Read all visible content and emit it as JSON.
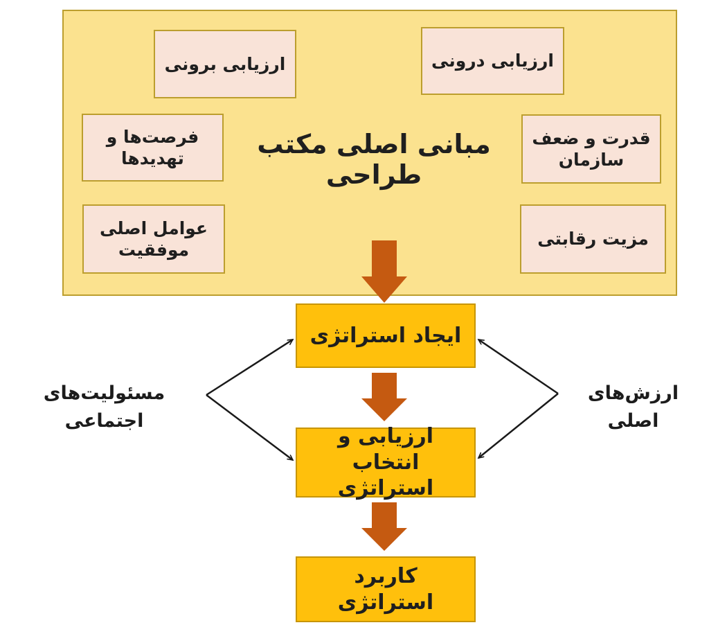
{
  "design_school": {
    "title": "مبانی اصلی مکتب طراحی",
    "boxes": [
      {
        "id": "external-evaluation",
        "label": "ارزیابی برونی"
      },
      {
        "id": "internal-evaluation",
        "label": "ارزیابی درونی"
      },
      {
        "id": "opportunities-threats",
        "label": "فرصت‌ها و تهدیدها"
      },
      {
        "id": "strengths-weaknesses",
        "label": "قدرت و ضعف سازمان"
      },
      {
        "id": "key-success-factors",
        "label": "عوامل اصلی موفقیت"
      },
      {
        "id": "competitive-advantage",
        "label": "مزیت رقابتی"
      }
    ]
  },
  "process": [
    {
      "id": "create-strategy",
      "label": "ایجاد استراتژی"
    },
    {
      "id": "evaluate-select-strategy",
      "label": "ارزیابی و انتخاب استراتژی"
    },
    {
      "id": "apply-strategy",
      "label": "کاربرد استراتژی"
    }
  ],
  "side_labels": {
    "left": "مسئولیت‌های اجتماعی",
    "right": "ارزش‌های اصلی"
  },
  "colors": {
    "container_fill": "#FBE28F",
    "container_border": "#BC9E2E",
    "peach_box_fill": "#F9E3D8",
    "amber_box_fill": "#FFC00C",
    "amber_box_border": "#C79500",
    "block_arrow": "#C55A11",
    "connector_line": "#1A1A1A",
    "text": "#1F1F1F"
  }
}
